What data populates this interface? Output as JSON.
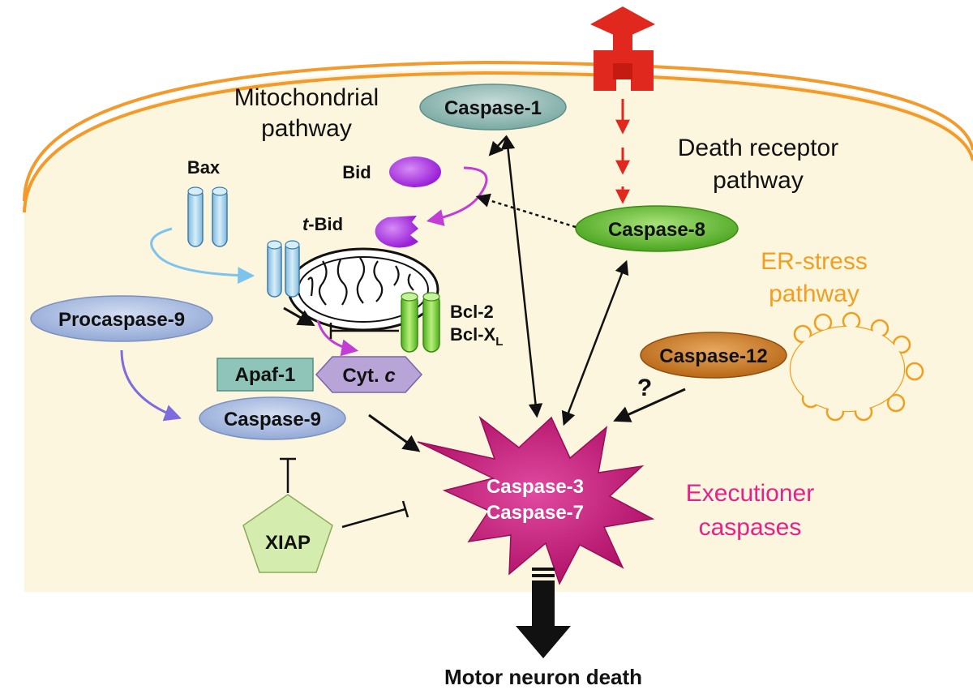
{
  "colors": {
    "cell_fill": "#fdf6df",
    "membrane": "#f39a2b",
    "receptor": "#e0281e",
    "caspase1": "#86b3ad",
    "caspase8": "#5dbb2a",
    "caspase12": "#c8761e",
    "procaspase9": "#9db3dc",
    "apaf1": "#8fc4b8",
    "cytc": "#b8a4d6",
    "bid": "#a32ae0",
    "bax": "#a8d6f0",
    "bcl2": "#7fd43a",
    "xiap": "#d4ecae",
    "executioner": "#c8187a",
    "executioner_text": "#e2238c",
    "er_stress_text": "#f0a020",
    "bid_arrow": "#c23cd6",
    "bax_arrow": "#7ec3ec",
    "procasp_arrow": "#7d6be0"
  },
  "labels": {
    "mito_pathway_1": "Mitochondrial",
    "mito_pathway_2": "pathway",
    "death_receptor_1": "Death receptor",
    "death_receptor_2": "pathway",
    "er_stress_1": "ER-stress",
    "er_stress_2": "pathway",
    "executioner_1": "Executioner",
    "executioner_2": "caspases",
    "bax": "Bax",
    "bid": "Bid",
    "tbid_prefix": "t",
    "tbid_suffix": "-Bid",
    "bcl2": "Bcl-2",
    "bclxl_main": "Bcl-X",
    "bclxl_sub": "L",
    "question": "?",
    "motor_neuron_death": "Motor neuron death"
  },
  "nodes": {
    "caspase1": "Caspase-1",
    "caspase8": "Caspase-8",
    "caspase12": "Caspase-12",
    "procaspase9": "Procaspase-9",
    "apaf1": "Apaf-1",
    "cytc_main": "Cyt. ",
    "cytc_italic": "c",
    "caspase9": "Caspase-9",
    "caspase3": "Caspase-3",
    "caspase7": "Caspase-7",
    "xiap": "XIAP"
  }
}
